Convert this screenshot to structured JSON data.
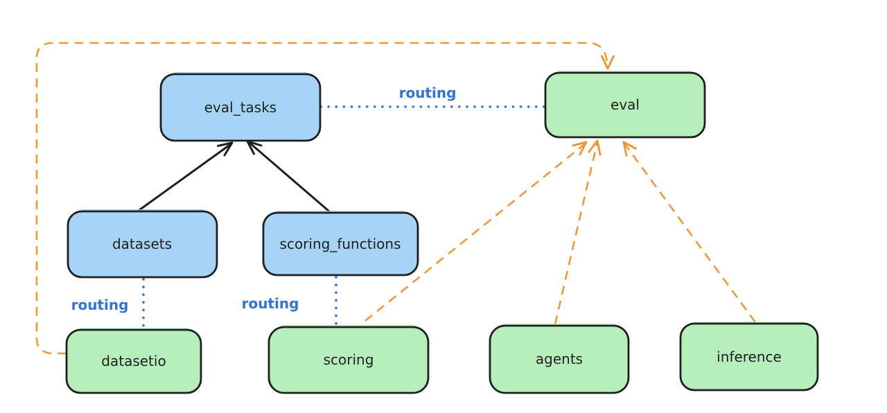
{
  "colors": {
    "box_blue": "#a6d4f7",
    "box_green": "#b6efbb",
    "stroke_dark": "#1e1e1e",
    "routing_blue": "#3474cc",
    "orange": "#e8993f",
    "background": "#ffffff"
  },
  "nodes": {
    "eval_tasks": {
      "label": "eval_tasks",
      "color_role": "box_blue"
    },
    "eval": {
      "label": "eval",
      "color_role": "box_green"
    },
    "datasets": {
      "label": "datasets",
      "color_role": "box_blue"
    },
    "scoring_functions": {
      "label": "scoring_functions",
      "color_role": "box_blue"
    },
    "datasetio": {
      "label": "datasetio",
      "color_role": "box_green"
    },
    "scoring": {
      "label": "scoring",
      "color_role": "box_green"
    },
    "agents": {
      "label": "agents",
      "color_role": "box_green"
    },
    "inference": {
      "label": "inference",
      "color_role": "box_green"
    }
  },
  "edge_labels": {
    "routing": "routing"
  },
  "edges": [
    {
      "from": "datasets",
      "to": "eval_tasks",
      "style": "solid-arrow",
      "color": "dark"
    },
    {
      "from": "scoring_functions",
      "to": "eval_tasks",
      "style": "solid-arrow",
      "color": "dark"
    },
    {
      "from": "eval_tasks",
      "to": "eval",
      "style": "dotted-line",
      "label": "routing",
      "color": "blue"
    },
    {
      "from": "datasets",
      "to": "datasetio",
      "style": "dotted-line",
      "label": "routing",
      "color": "blue"
    },
    {
      "from": "scoring_functions",
      "to": "scoring",
      "style": "dotted-line",
      "label": "routing",
      "color": "blue"
    },
    {
      "from": "datasetio",
      "to": "eval",
      "style": "dashed-arrow",
      "color": "orange"
    },
    {
      "from": "scoring",
      "to": "eval",
      "style": "dashed-arrow",
      "color": "orange"
    },
    {
      "from": "agents",
      "to": "eval",
      "style": "dashed-arrow",
      "color": "orange"
    },
    {
      "from": "inference",
      "to": "eval",
      "style": "dashed-arrow",
      "color": "orange"
    }
  ]
}
